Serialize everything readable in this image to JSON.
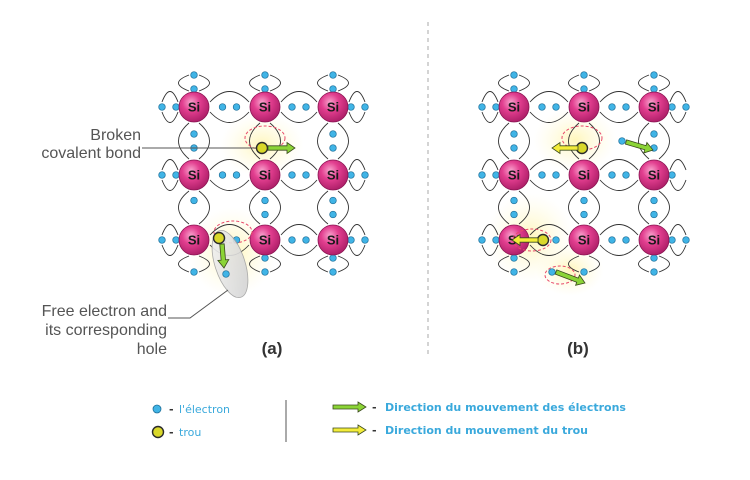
{
  "atom_label": "Si",
  "annotations": {
    "broken_bond": [
      "Broken",
      "covalent bond"
    ],
    "free_electron": [
      "Free electron and",
      "its corresponding",
      "hole"
    ]
  },
  "panels": {
    "a": "(a)",
    "b": "(b)"
  },
  "legend": {
    "electron": "l'électron",
    "hole": "trou",
    "electron_direction": "Direction du mouvement des électrons",
    "hole_direction": "Direction du mouvement du trou",
    "dash": "-"
  },
  "colors": {
    "atom": "#e23e8f",
    "atom_dark": "#b0206a",
    "electron": "#40b4e6",
    "hole": "#d9d82a",
    "electron_arrow": "#8bd436",
    "hole_arrow": "#f3ec3a",
    "glow": "#fff3b0",
    "dashed_circle": "#e84a6a"
  }
}
